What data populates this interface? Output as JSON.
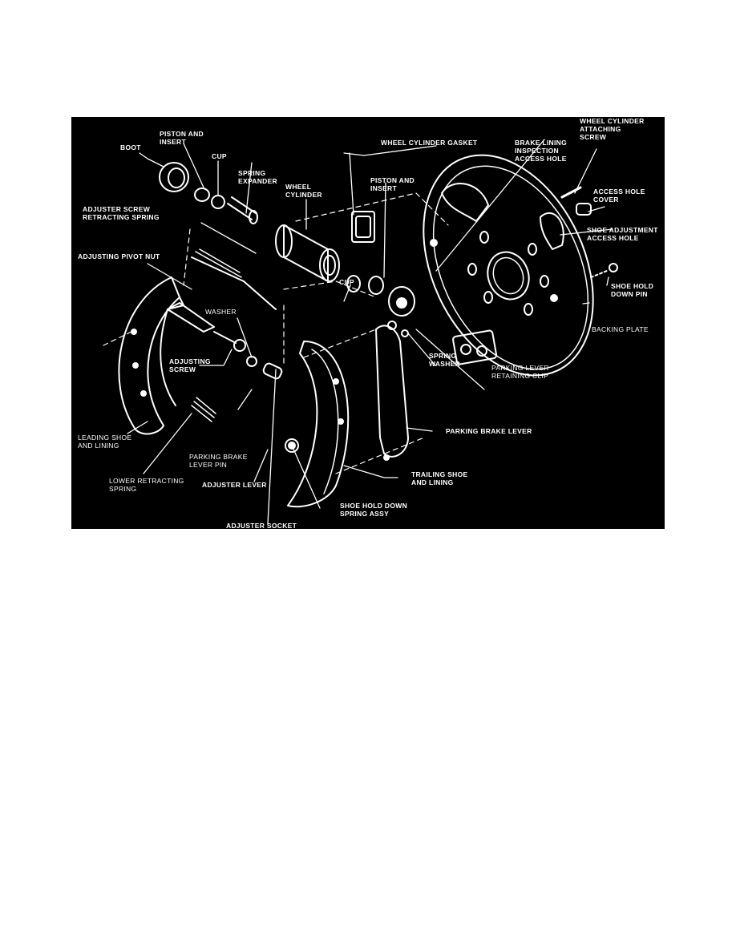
{
  "figure": {
    "background": "#000000",
    "foreground": "#ffffff",
    "labels": {
      "boot": "BOOT",
      "piston_insert_1": "PISTON AND\nINSERT",
      "cup_1": "CUP",
      "spring_expander": "SPRING\nEXPANDER",
      "wheel_cylinder": "WHEEL\nCYLINDER",
      "wheel_cylinder_gasket": "WHEEL CYLINDER GASKET",
      "brake_lining_inspection": "BRAKE LINING\nINSPECTION\nACCESS HOLE",
      "wheel_cylinder_attaching_screw": "WHEEL CYLINDER\nATTACHING\nSCREW",
      "access_hole_cover": "ACCESS HOLE\nCOVER",
      "shoe_adjustment_access_hole": "SHOE ADJUSTMENT\nACCESS HOLE",
      "piston_insert_2": "PISTON AND\nINSERT",
      "adjuster_screw_retracting_spring": "ADJUSTER SCREW\nRETRACTING SPRING",
      "adjusting_pivot_nut": "ADJUSTING PIVOT NUT",
      "cup_2": "CUP",
      "washer": "WASHER",
      "shoe_hold_down_pin": "SHOE HOLD\nDOWN PIN",
      "backing_plate": "BACKING PLATE",
      "adjusting_screw": "ADJUSTING\nSCREW",
      "spring_washer": "SPRING\nWASHER",
      "parking_lever_retaining_clip": "PARKING LEVER\nRETAINING CLIP",
      "parking_brake_lever": "PARKING BRAKE LEVER",
      "leading_shoe_lining": "LEADING SHOE\nAND LINING",
      "parking_brake_lever_pin": "PARKING BRAKE\nLEVER PIN",
      "lower_retracting_spring": "LOWER RETRACTING\nSPRING",
      "adjuster_lever": "ADJUSTER LEVER",
      "trailing_shoe_lining": "TRAILING SHOE\nAND LINING",
      "shoe_hold_down_spring_assy": "SHOE HOLD DOWN\nSPRING ASSY",
      "adjuster_socket": "ADJUSTER SOCKET"
    }
  }
}
